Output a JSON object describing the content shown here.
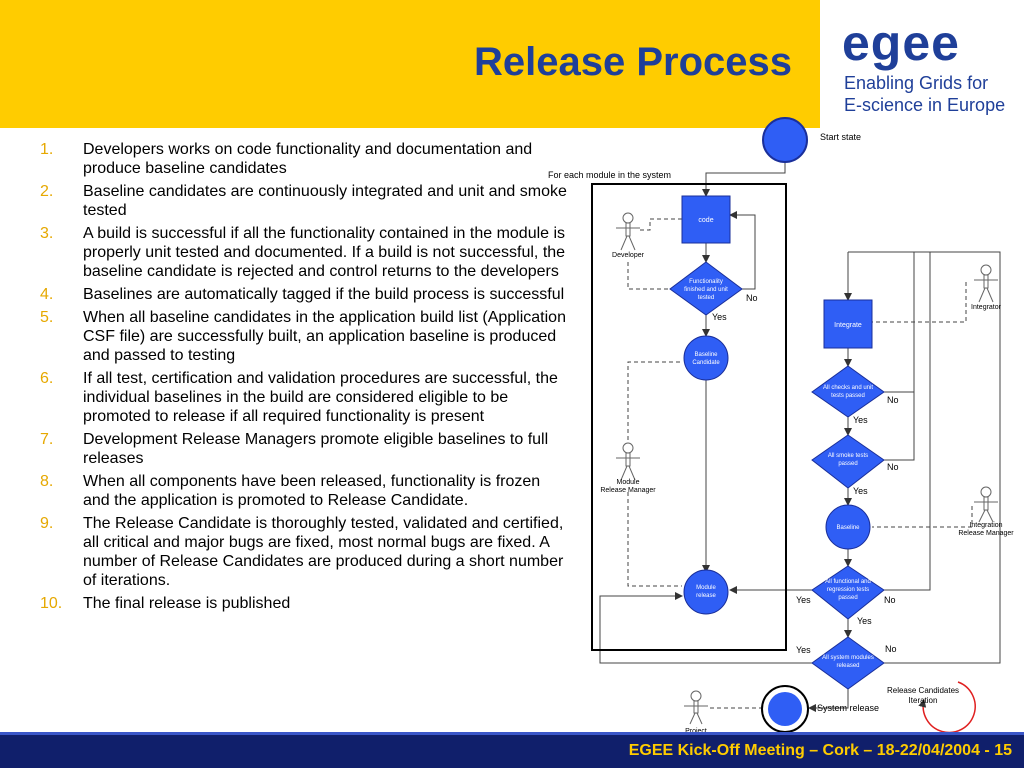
{
  "header": {
    "title": "Release Process"
  },
  "logo": {
    "wordmark": "egee",
    "tagline_line1": "Enabling Grids for",
    "tagline_line2": "E-science in Europe"
  },
  "steps": [
    {
      "num": "1.",
      "text": "Developers works on code functionality and documentation and produce baseline candidates"
    },
    {
      "num": "2.",
      "text": "Baseline candidates are continuously integrated and unit and smoke tested"
    },
    {
      "num": "3.",
      "text": "A build is successful if all the functionality contained in the module is properly unit tested and documented. If a build is not successful, the baseline candidate is rejected and control returns to the developers"
    },
    {
      "num": "4.",
      "text": "Baselines are automatically tagged if the build process is successful"
    },
    {
      "num": "5.",
      "text": "When all baseline candidates in the application build list (Application CSF file) are successfully built, an application baseline is produced and passed to testing"
    },
    {
      "num": "6.",
      "text": "If all test, certification and validation procedures are successful, the individual baselines in the build are considered eligible to be promoted to release if all required functionality is present"
    },
    {
      "num": "7.",
      "text": "Development Release Managers promote eligible baselines to full releases"
    },
    {
      "num": "8.",
      "text": "When all components have been released, functionality is frozen and the application is promoted to Release Candidate."
    },
    {
      "num": "9.",
      "text": "The Release Candidate is thoroughly tested, validated and certified, all critical and major bugs are fixed, most normal bugs are fixed. A number of Release Candidates are produced during a short number of iterations."
    },
    {
      "num": "10.",
      "text": "The final release is published"
    }
  ],
  "diagram": {
    "start_state": "Start state",
    "module_loop": "For each module in the system",
    "code": "code",
    "developer": "Developer",
    "functionality_line1": "Functionality",
    "functionality_line2": "finished and unit",
    "functionality_line3": "tested",
    "baseline_candidate_line1": "Baseline",
    "baseline_candidate_line2": "Candidate",
    "module_rm_line1": "Module",
    "module_rm_line2": "Release Manager",
    "module_release_line1": "Module",
    "module_release_line2": "release",
    "integrate": "Integrate",
    "integrator": "Integrator",
    "checks_line1": "All checks and unit",
    "checks_line2": "tests passed",
    "smoke_line1": "All smoke tests",
    "smoke_line2": "passed",
    "baseline": "Baseline",
    "irm_line1": "Integration",
    "irm_line2": "Release Manager",
    "functional_line1": "All functional and",
    "functional_line2": "regression tests",
    "functional_line3": "passed",
    "all_modules_line1": "All system modules",
    "all_modules_line2": "released",
    "project": "Project",
    "system_release": "System release",
    "rc_line1": "Release Candidates",
    "rc_line2": "Iteration",
    "yes": "Yes",
    "no": "No"
  },
  "footer": {
    "text": "EGEE Kick-Off Meeting – Cork – 18-22/04/2004 - 15"
  }
}
